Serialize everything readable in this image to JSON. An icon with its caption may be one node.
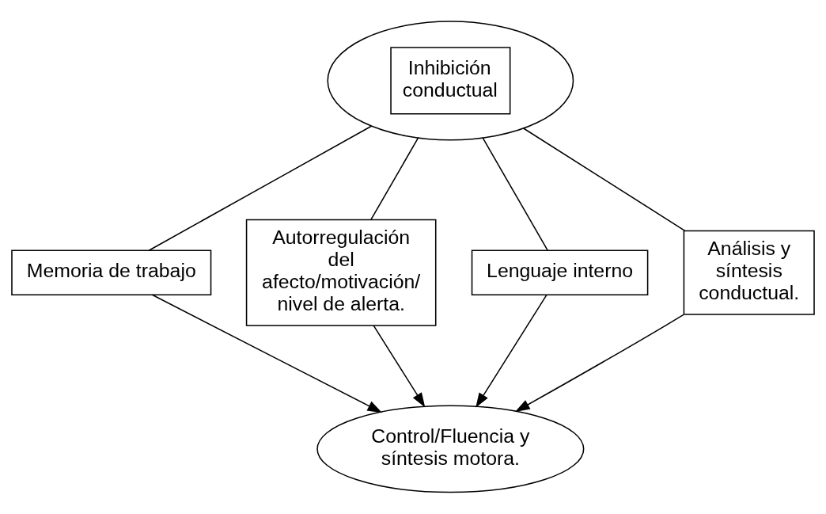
{
  "diagram": {
    "nodes": [
      {
        "text": [
          "Inhibición conductual"
        ]
      },
      {
        "text": [
          "Memoria de trabajo"
        ]
      },
      {
        "text": [
          "Autorregulación del afecto/motivación/ nivel de alerta."
        ]
      },
      {
        "text": [
          "Lenguaje interno"
        ]
      },
      {
        "text": [
          "Análisis y síntesis conductual."
        ]
      },
      {
        "text": [
          "Control/Fluencia y síntesis motora."
        ]
      }
    ],
    "edges": [
      {
        "from": 0,
        "to": 1,
        "arrow": "none"
      },
      {
        "from": 0,
        "to": 2,
        "arrow": "none"
      },
      {
        "from": 0,
        "to": 3,
        "arrow": "none"
      },
      {
        "from": 0,
        "to": 4,
        "arrow": "none"
      },
      {
        "from": 1,
        "to": 5,
        "arrow": "to"
      },
      {
        "from": 2,
        "to": 5,
        "arrow": "to"
      },
      {
        "from": 3,
        "to": 5,
        "arrow": "to"
      },
      {
        "from": 4,
        "to": 5,
        "arrow": "to"
      }
    ]
  }
}
